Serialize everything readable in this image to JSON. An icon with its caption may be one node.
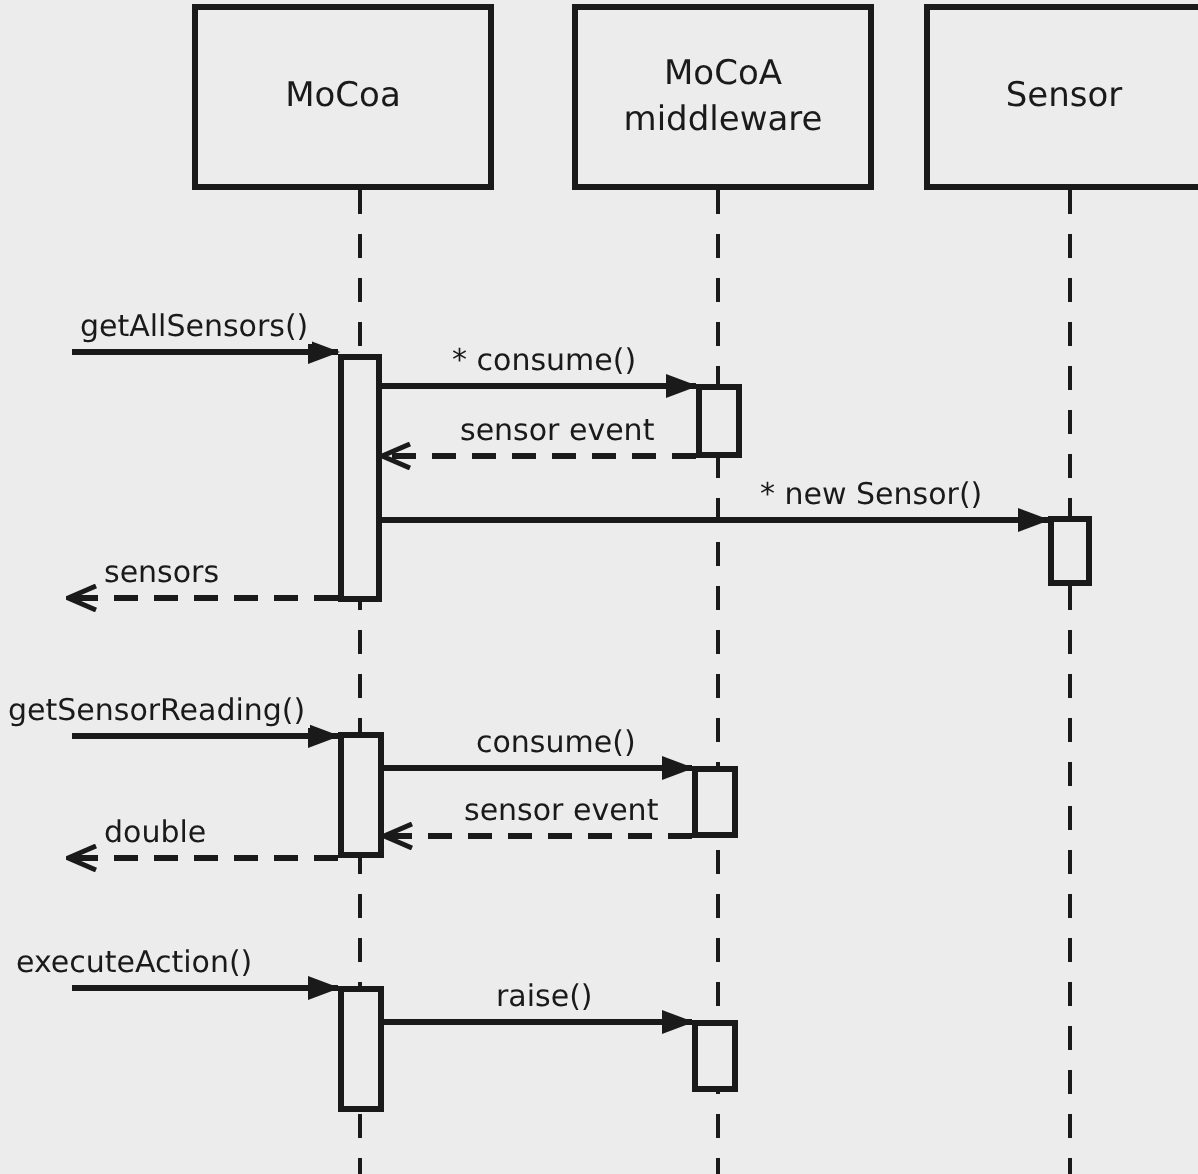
{
  "diagram": {
    "nodes": [
      {
        "text": [
          "MoCoa"
        ]
      },
      {
        "text": [
          "MoCoA middleware"
        ]
      },
      {
        "text": [
          "Sensor"
        ]
      },
      {
        "text": [],
        "shape": "bar"
      },
      {
        "text": [],
        "shape": "bar"
      },
      {
        "text": [],
        "shape": "bar"
      },
      {
        "text": [],
        "shape": "bar"
      },
      {
        "text": [],
        "shape": "bar"
      },
      {
        "text": [],
        "shape": "bar"
      },
      {
        "text": [],
        "shape": "bar"
      }
    ],
    "edges": [
      {
        "from": null,
        "to": 3,
        "arrow": "to",
        "label": "getAllSensors()"
      },
      {
        "from": 3,
        "to": 4,
        "arrow": "to",
        "label": "* consume()"
      },
      {
        "from": 4,
        "to": 3,
        "arrow": "to",
        "label": "sensor event",
        "style": "dashed"
      },
      {
        "from": 3,
        "to": 5,
        "arrow": "to",
        "label": "* new Sensor()"
      },
      {
        "from": 3,
        "to": null,
        "arrow": "to",
        "label": "sensors",
        "style": "dashed"
      },
      {
        "from": null,
        "to": 6,
        "arrow": "to",
        "label": "getSensorReading()"
      },
      {
        "from": 6,
        "to": 7,
        "arrow": "to",
        "label": "consume()"
      },
      {
        "from": 7,
        "to": 6,
        "arrow": "to",
        "label": "sensor event",
        "style": "dashed"
      },
      {
        "from": 6,
        "to": null,
        "arrow": "to",
        "label": "double",
        "style": "dashed"
      },
      {
        "from": null,
        "to": 8,
        "arrow": "to",
        "label": "executeAction()"
      },
      {
        "from": 8,
        "to": 9,
        "arrow": "to",
        "label": "raise()"
      }
    ]
  }
}
